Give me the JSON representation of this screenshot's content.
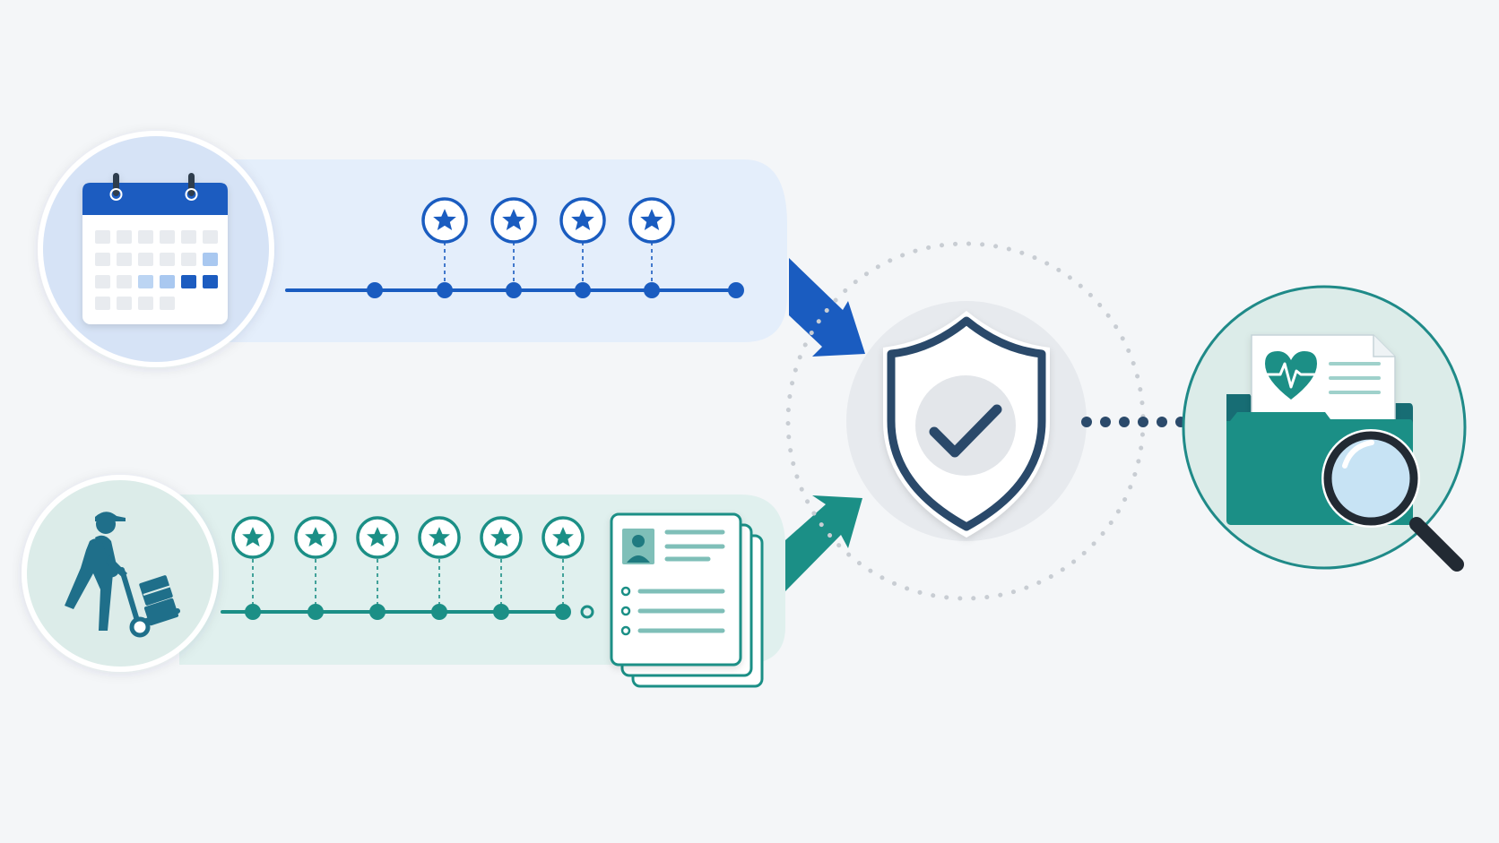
{
  "colors": {
    "background": "#f4f6f8",
    "blue_primary": "#1a5cc0",
    "blue_band": "#e4eefb",
    "blue_circle": "#d6e3f6",
    "teal_primary": "#1b8f86",
    "teal_dark": "#1f7a80",
    "teal_band": "#e0f0ee",
    "teal_circle": "#dcece9",
    "navy_shield": "#2b4a6b",
    "gray_ring": "#c8cdd3"
  },
  "icons": {
    "schedule": "calendar-icon",
    "worker": "delivery-worker-icon",
    "documents": "document-stack-icon",
    "security": "shield-check-icon",
    "records": "medical-folder-search-icon",
    "milestone": "star-icon"
  },
  "timelines": {
    "top": {
      "milestone_count": 4,
      "node_count": 6
    },
    "bottom": {
      "milestone_count": 6,
      "node_count": 6
    }
  }
}
